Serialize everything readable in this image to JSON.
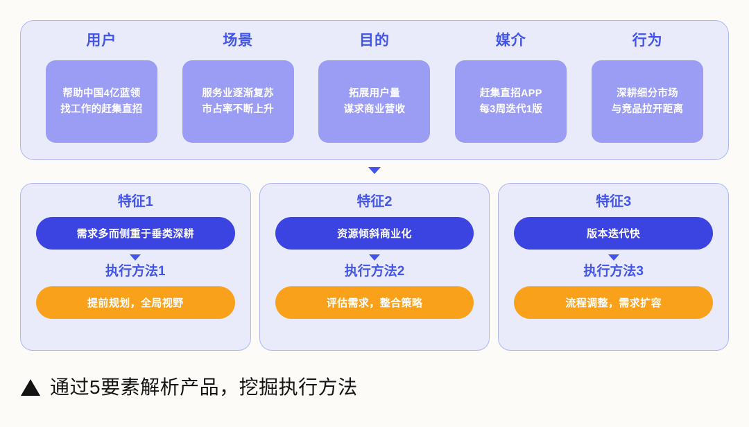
{
  "page": {
    "background_color": "#FCFBF7",
    "accent_blue": "#4255E8",
    "panel_bg": "#E9EBFA",
    "panel_border": "#AEB6F2",
    "card_purple": "#9B9DF5",
    "pill_blue": "#3B43E0",
    "pill_orange": "#F9A11B"
  },
  "top_panel": {
    "elements": [
      {
        "title": "用户",
        "line1": "帮助中国4亿蓝领",
        "line2": "找工作的赶集直招"
      },
      {
        "title": "场景",
        "line1": "服务业逐渐复苏",
        "line2": "市占率不断上升"
      },
      {
        "title": "目的",
        "line1": "拓展用户量",
        "line2": "谋求商业营收"
      },
      {
        "title": "媒介",
        "line1": "赶集直招APP",
        "line2": "每3周迭代1版"
      },
      {
        "title": "行为",
        "line1": "深耕细分市场",
        "line2": "与竞品拉开距离"
      }
    ]
  },
  "connector": {
    "icon": "triangle-down-icon"
  },
  "features": [
    {
      "feature_title": "特征1",
      "feature_text": "需求多而侧重于垂类深耕",
      "arrow_icon": "triangle-down-icon",
      "method_title": "执行方法1",
      "method_text": "提前规划，全局视野"
    },
    {
      "feature_title": "特征2",
      "feature_text": "资源倾斜商业化",
      "arrow_icon": "triangle-down-icon",
      "method_title": "执行方法2",
      "method_text": "评估需求，整合策略"
    },
    {
      "feature_title": "特征3",
      "feature_text": "版本迭代快",
      "arrow_icon": "triangle-down-icon",
      "method_title": "执行方法3",
      "method_text": "流程调整，需求扩容"
    }
  ],
  "caption": {
    "marker_icon": "triangle-up-icon",
    "text": "通过5要素解析产品，挖掘执行方法"
  }
}
